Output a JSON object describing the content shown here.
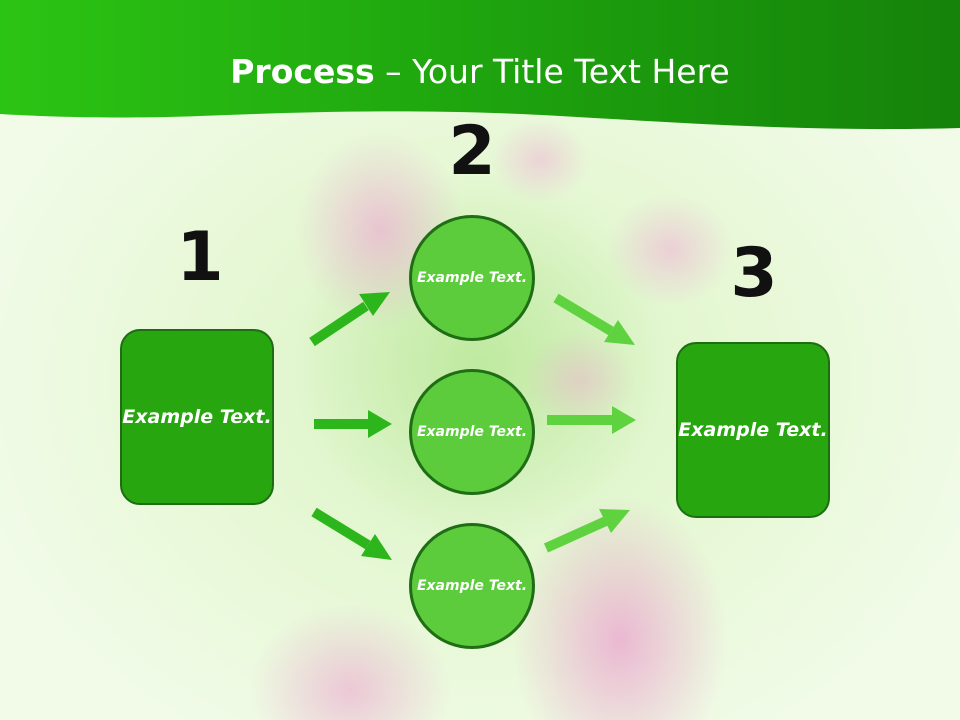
{
  "title": {
    "bold": "Process",
    "rest": " – Your Title Text Here"
  },
  "steps": {
    "one": "1",
    "two": "2",
    "three": "3"
  },
  "left_box": {
    "text": "Example Text."
  },
  "circles": [
    {
      "text": "Example Text."
    },
    {
      "text": "Example Text."
    },
    {
      "text": "Example Text."
    }
  ],
  "right_box": {
    "text": "Example Text."
  },
  "colors": {
    "banner": "#1fa50f",
    "box_fill": "#27a60f",
    "circle_fill": "#5ccb3c",
    "arrow_left": "#2db61b",
    "arrow_right": "#5fd23f"
  }
}
